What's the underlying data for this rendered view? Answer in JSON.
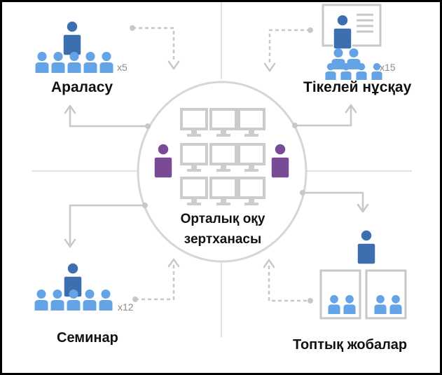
{
  "center": {
    "line1": "Орталық оқу",
    "line2": "зертханасы"
  },
  "quadrants": {
    "top_left": {
      "label": "Араласу",
      "multiplier": "x5"
    },
    "top_right": {
      "label": "Тікелей нұсқау",
      "multiplier": "x15"
    },
    "bottom_left": {
      "label": "Семинар",
      "multiplier": "x12"
    },
    "bottom_right": {
      "label": "Топтық жобалар"
    }
  },
  "colors": {
    "teacher": "#3d6fb0",
    "student": "#63a3e6",
    "lab_person": "#7a4b94",
    "monitor": "#cccccc",
    "connector": "#c8c8c8",
    "divider": "#e2e2e2"
  }
}
